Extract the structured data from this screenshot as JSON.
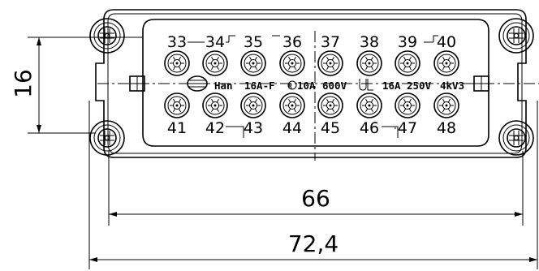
{
  "top_row_labels": [
    "33",
    "34",
    "35",
    "36",
    "37",
    "38",
    "39",
    "40"
  ],
  "bottom_row_labels": [
    "41",
    "42",
    "43",
    "44",
    "45",
    "46",
    "47",
    "48"
  ],
  "marking": {
    "han": "Han",
    "insert": "16A-F",
    "rating_a": "10A",
    "rating_b": "600V",
    "rating_c": "16A",
    "rating_d": "250V",
    "rating_e": "4kV3"
  },
  "dimensions": {
    "height": "16",
    "pitch_width": "66",
    "overall_width": "72,4"
  }
}
